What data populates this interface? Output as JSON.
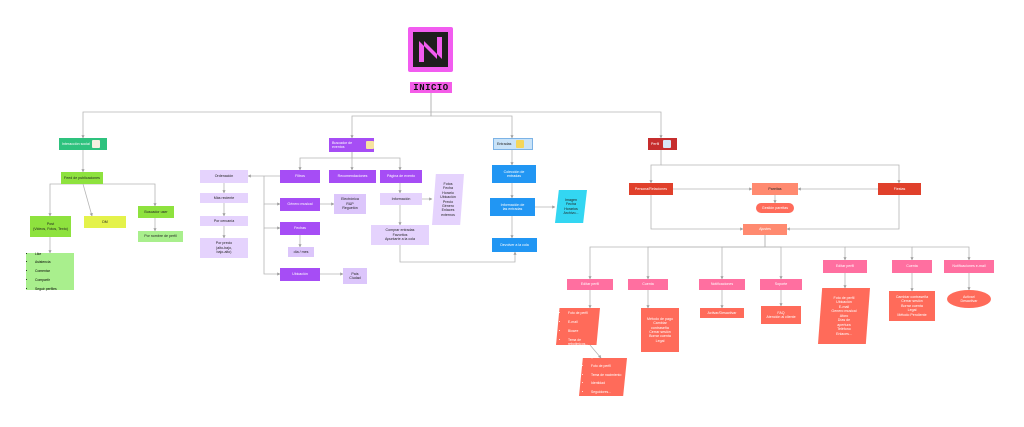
{
  "title": "INICIO",
  "nodes": {
    "interaccion_social": "Interacción social",
    "feed": "Feed de publicaciones",
    "post": "Post\n(Videos, Fotos, Texto)",
    "post_actions": [
      "Like",
      "Asistencia",
      "Comentar",
      "Compartir",
      "Seguir perfiles"
    ],
    "dm": "DM",
    "buscador_user": "Buscador user",
    "por_nombre": "Por nombre de perfil",
    "buscador_eventos": "Buscador de eventos",
    "ordenacion": "Ordenación",
    "mas_reciente": "Más reciente",
    "por_cercania": "Por cercanía",
    "por_precio": "Por precio\n(alto-bajo,\nbajo-alto)",
    "filtros": "Filtros",
    "genero_musical": "Género musical",
    "generos": "Electrónica\nR&P\nReguetón",
    "fechas": "Fechas",
    "dia_mes": "día / mes",
    "ubicacion": "Ubicación",
    "pais_ciudad": "País\nCiudad",
    "recomendaciones": "Recomendaciones",
    "pagina_evento": "Página de evento",
    "informacion": "Información",
    "info_items": "Fotos\nFecha\nHorario\nUbicación\nPrecio\nGénero\nEnlaces\nexternos",
    "comprar_entradas": "Comprar entradas\nFavoritos\nApuntarte a la cola",
    "entradas": "Entradas",
    "coleccion_entradas": "Colección de\nentradas",
    "info_entradas": "Información de\nlas entradas",
    "info_entradas_items": "Imagen\nFecha\nHorarios\nArchivo...",
    "devolver_cola": "Devolver a la cola",
    "perfil": "Perfil",
    "personas_relaciones": "Persona/Relaciones",
    "pareitas": "Pareitas",
    "gestion_pareitas": "Gestión pareitas",
    "fiestas": "Fiestas",
    "ajustes": "Ajustes",
    "editar_perfil": "Editar perfil",
    "info_privada_title": "Info privada:",
    "info_privada": [
      "Foto de perfil",
      "E-mail",
      "Biowre",
      "Tema de rebotimicos..."
    ],
    "info_publica_title": "Info publica:",
    "info_publica": [
      "Foto de perfil",
      "Tema de nacimiento",
      "Identidad",
      "Seguidores..."
    ],
    "cuenta": "Cuenta",
    "cuenta_items": "Método de pago\nCambiar\ncontraseña\nCerrar sesión\nBorrar cuenta\nLegal",
    "notificaciones": "Notificaciones",
    "activar_desactivar": "Activar/Desactivar",
    "soporte": "Soporte",
    "soporte_items": "FAQ\nAtención al cliente",
    "editar_perfil_fiestas": "Editar perfil",
    "fiestas_items": "Foto de perfil\nUbicación\nE-mail\nGenero musical\nAforo\nDías de\napertura\nTeléfono\nEnlaces...",
    "cuenta_fiestas": "Cuenta",
    "cuenta_fiestas_items": "Cambiar contraseña\nCerrar sesión\nBorrar cuenta\nLegal\nMétodo Pendiente",
    "notif_email": "Notificaciones e-mail",
    "activar_desactivar2": "Activar/\nDesactivar"
  },
  "colors": {
    "green": "#2ec27e",
    "lime": "#8ee23e",
    "light_green": "#a9ef8d",
    "yellow": "#e4f24a",
    "purple": "#a64df5",
    "light_purple": "#dcc6fb",
    "lavender": "#e5d3fd",
    "blue": "#2196f3",
    "light_blue": "#c9e3f8",
    "cyan": "#33d6f2",
    "red": "#e0402b",
    "salmon": "#ff8a70",
    "coral": "#ff6b5a",
    "pink": "#ff6fa0",
    "magenta": "#f45ce8"
  },
  "icons": [
    "house-icon",
    "magnifier-icon",
    "ticket-box-icon",
    "person-icon"
  ]
}
